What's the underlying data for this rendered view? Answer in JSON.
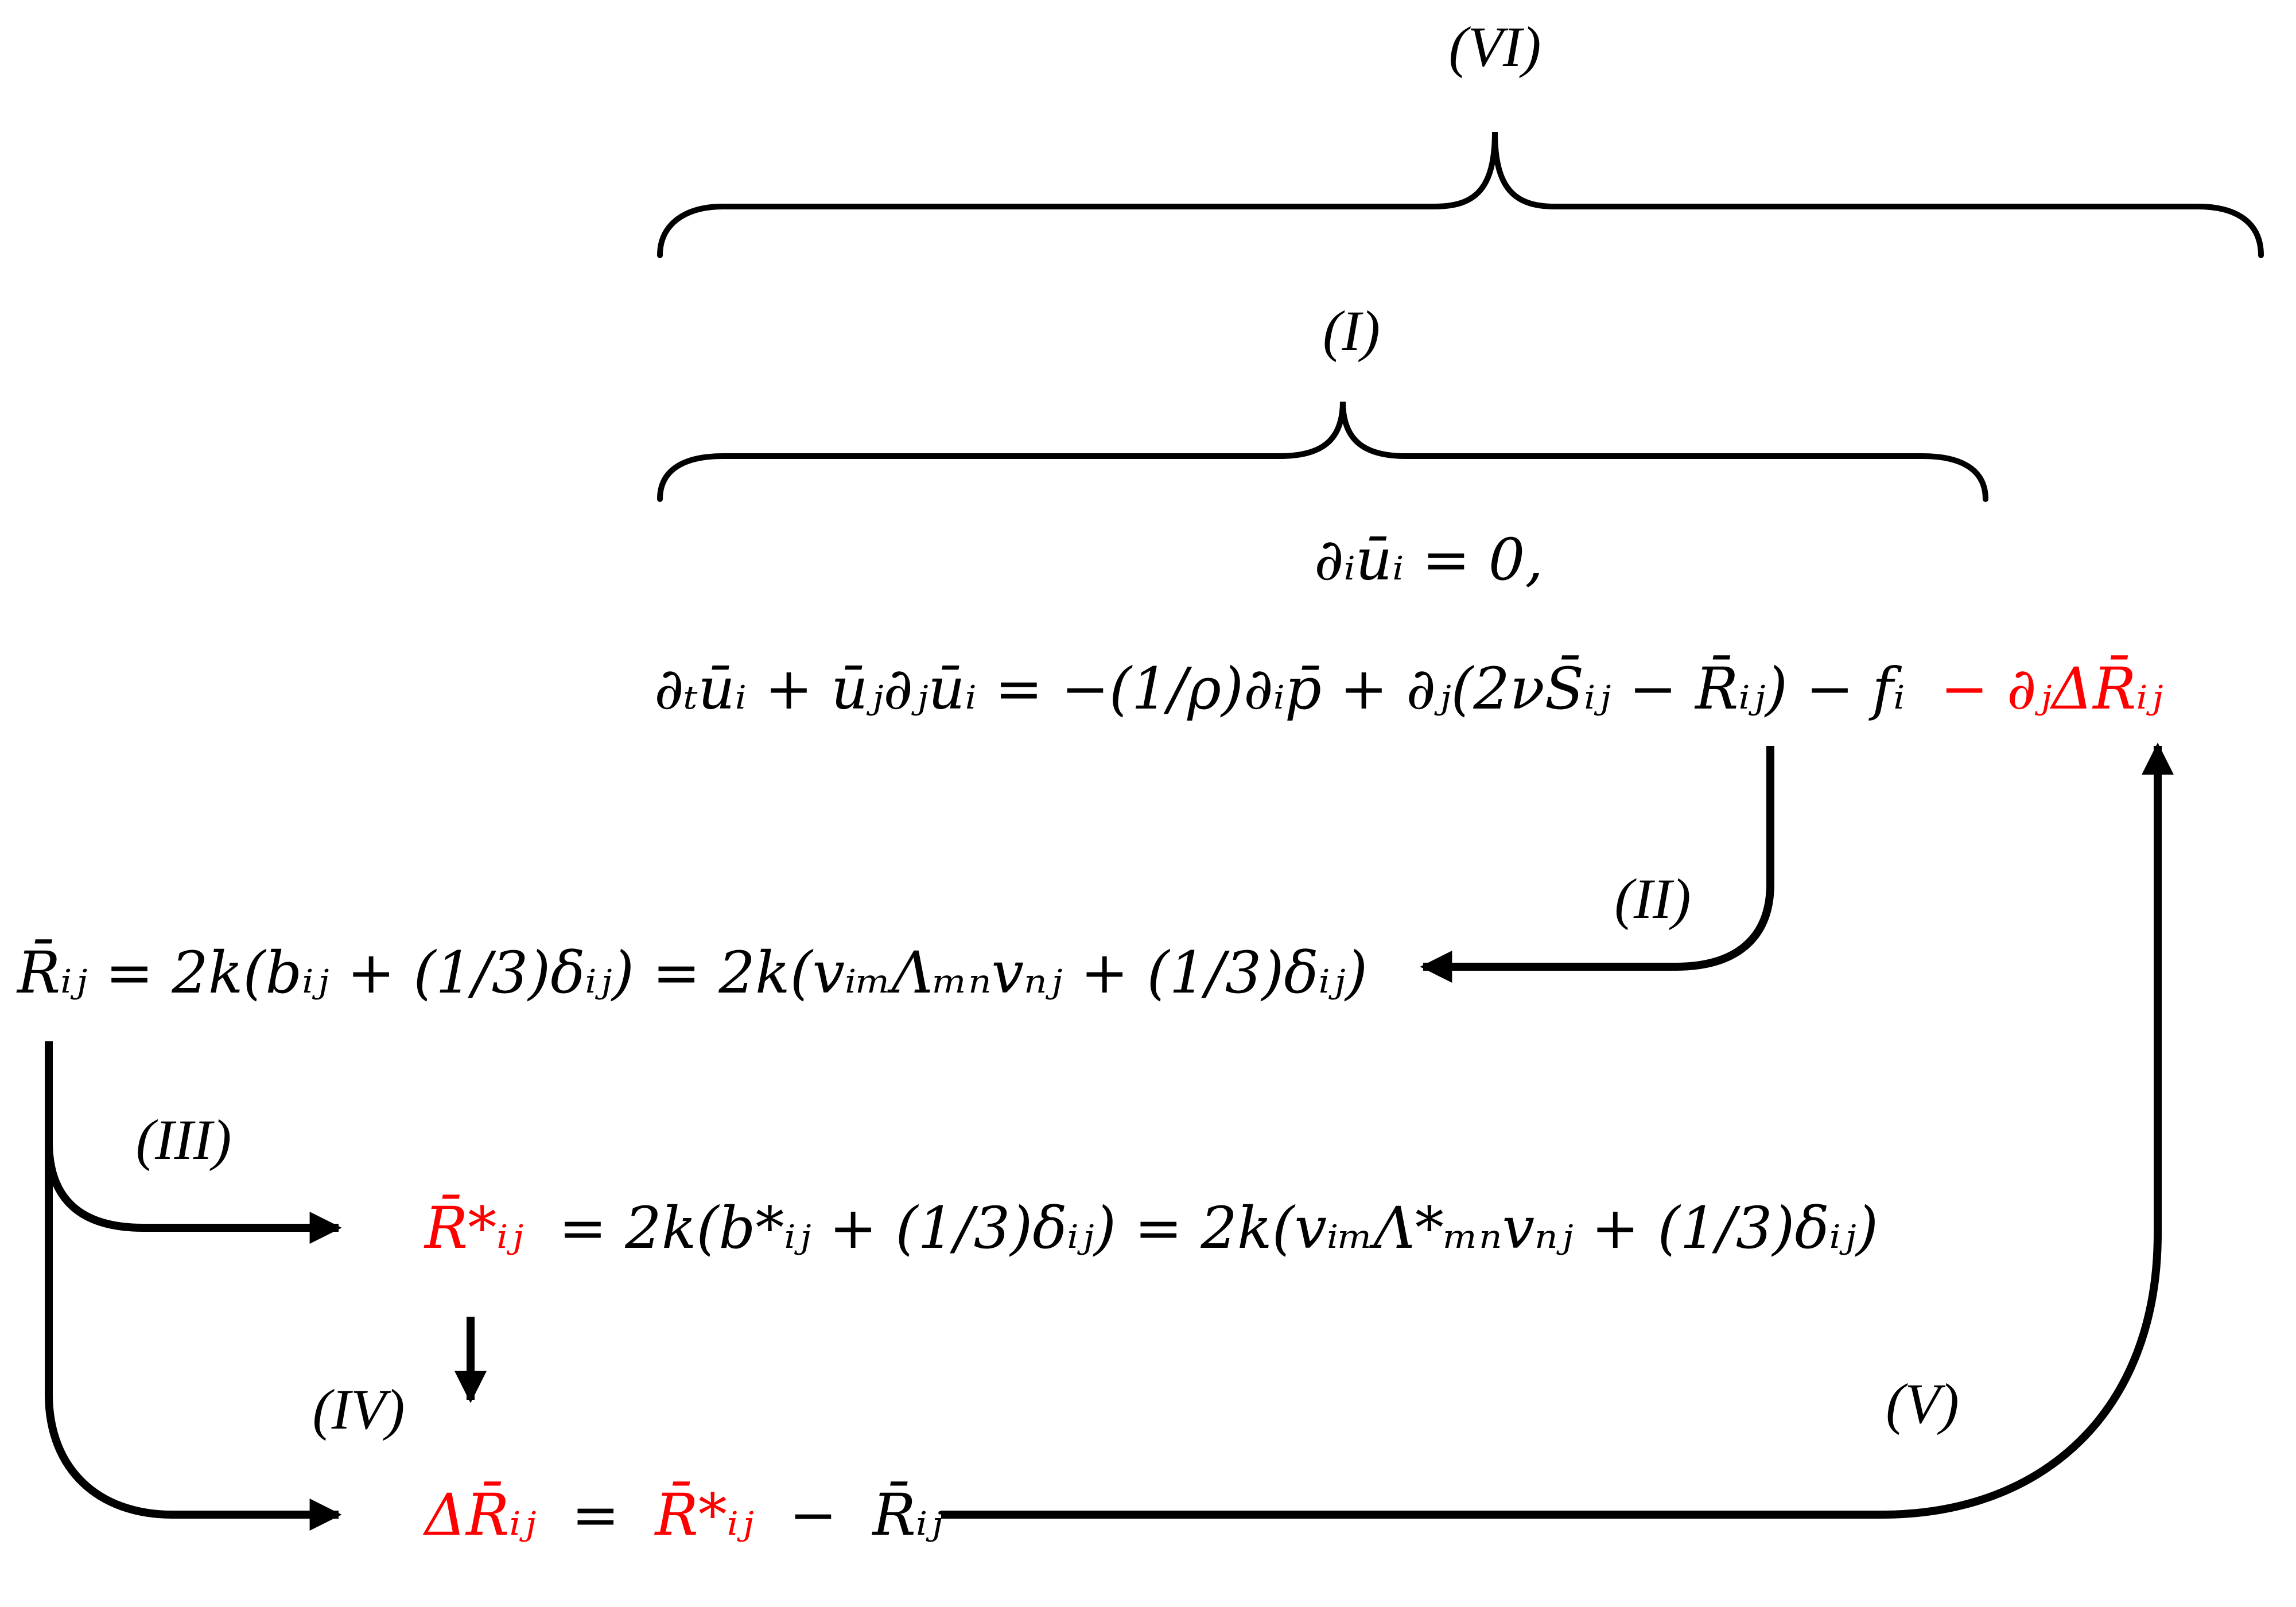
{
  "colors": {
    "text": "#000000",
    "highlight": "#ff0000",
    "background": "#ffffff"
  },
  "labels": {
    "I": "(I)",
    "II": "(II)",
    "III": "(III)",
    "IV": "(IV)",
    "V": "(V)",
    "VI": "(VI)"
  },
  "equations": {
    "continuity": "∂ᵢūᵢ = 0,",
    "momentum": {
      "black_part": "∂ₜūᵢ + ūⱼ∂ⱼūᵢ = −(1/ρ)∂ᵢp̄ + ∂ⱼ(2νS̄ᵢⱼ − R̄ᵢⱼ) − fᵢ",
      "red_part": "− ∂ⱼΔR̄ᵢⱼ"
    },
    "reynolds_stress": "R̄ᵢⱼ = 2k(bᵢⱼ + (1/3)δᵢⱼ) = 2k(vᵢₘΛₘₙvₙⱼ + (1/3)δᵢⱼ)",
    "perturbed_stress": {
      "red_lhs": "R̄*ᵢⱼ",
      "rest": "= 2k(b*ᵢⱼ + (1/3)δᵢⱼ) = 2k(vᵢₘΛ*ₘₙvₙⱼ + (1/3)δᵢⱼ)"
    },
    "discrepancy": {
      "red_lhs": "ΔR̄ᵢⱼ",
      "red_term": "R̄*ᵢⱼ",
      "rest": "R̄ᵢⱼ"
    }
  }
}
